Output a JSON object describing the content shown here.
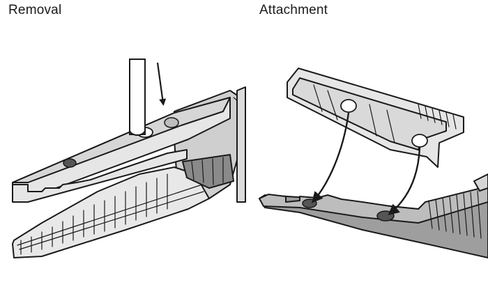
{
  "figure": {
    "left_panel": {
      "title": "Removal"
    },
    "right_panel": {
      "title": "Attachment"
    }
  },
  "colors": {
    "outline": "#1a1a1a",
    "fill_light": "#e6e6e6",
    "fill_mid": "#cfcfcf",
    "fill_dark": "#9a9a9a",
    "background": "#ffffff"
  },
  "icons": [
    "down-arrow",
    "curved-arrow"
  ]
}
